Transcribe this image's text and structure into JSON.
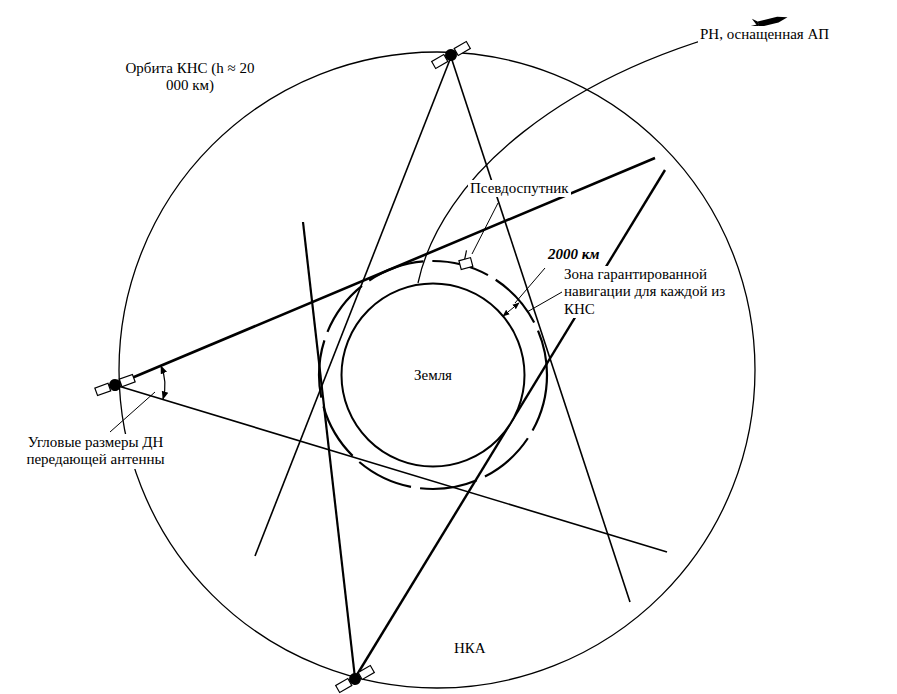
{
  "diagram": {
    "nodes": [
      {
        "text": [
          "Земля"
        ]
      }
    ],
    "labels": [
      "РН, оснащенная АП",
      "Орбита КНС (h ≈ 20 000 км)",
      "Псевдоспутник",
      "2000 км",
      "Зона гарантированной навигации для каждой из КНС",
      "Угловые размеры ДН передающей антенны",
      "НКА"
    ]
  }
}
